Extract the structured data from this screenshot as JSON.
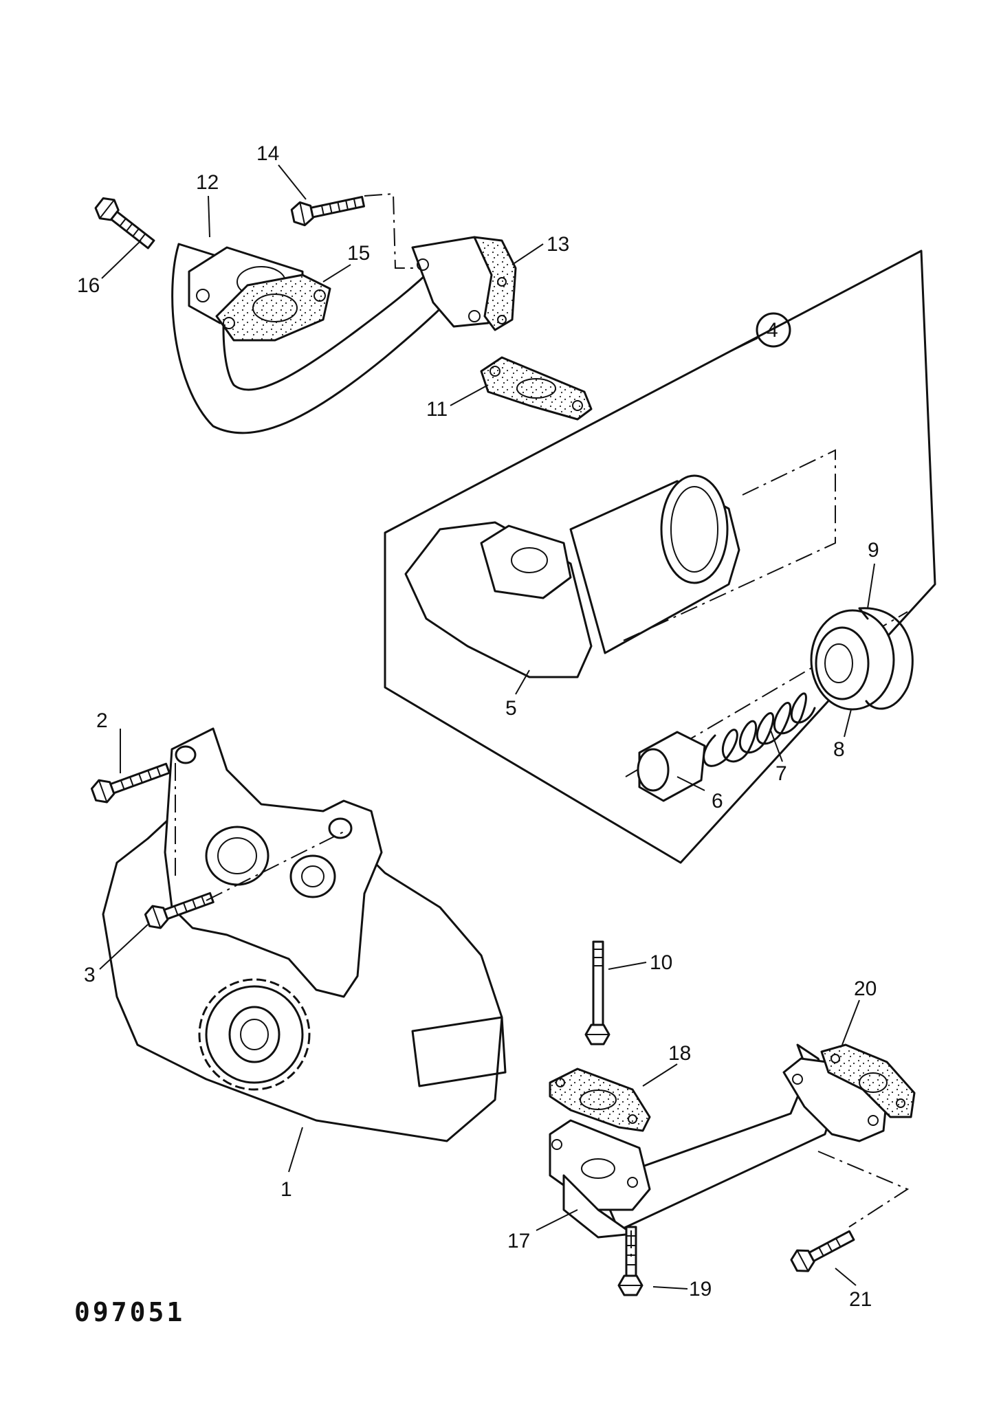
{
  "drawing_number": "097051",
  "callouts": {
    "c1": "1",
    "c2": "2",
    "c3": "3",
    "c4": "4",
    "c5": "5",
    "c6": "6",
    "c7": "7",
    "c8": "8",
    "c9": "9",
    "c10": "10",
    "c11": "11",
    "c12": "12",
    "c13": "13",
    "c14": "14",
    "c15": "15",
    "c16": "16",
    "c17": "17",
    "c18": "18",
    "c19": "19",
    "c20": "20",
    "c21": "21"
  }
}
